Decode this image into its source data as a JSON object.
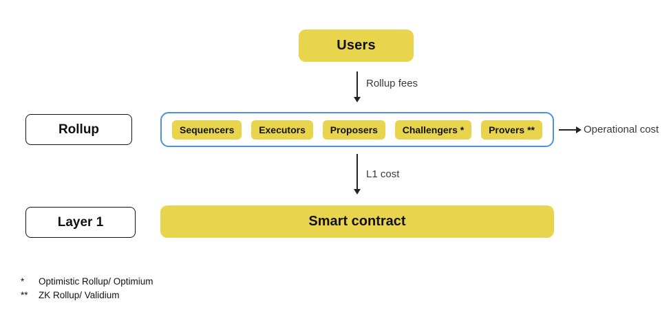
{
  "users_box": {
    "label": "Users"
  },
  "flows": {
    "rollup_fees": "Rollup fees",
    "l1_cost": "L1 cost",
    "operational_cost": "Operational cost"
  },
  "rollup": {
    "label": "Rollup",
    "components": [
      {
        "label": "Sequencers"
      },
      {
        "label": "Executors"
      },
      {
        "label": "Proposers"
      },
      {
        "label": "Challengers *"
      },
      {
        "label": "Provers **"
      }
    ]
  },
  "layer1": {
    "label": "Layer 1",
    "contract_label": "Smart contract"
  },
  "footnotes": [
    {
      "marker": "*",
      "text": "Optimistic Rollup/ Optimium"
    },
    {
      "marker": "**",
      "text": "ZK Rollup/ Validium"
    }
  ],
  "colors": {
    "yellow": "#e8d44d",
    "blue_border": "#4a90e2",
    "arrow": "#222222"
  }
}
